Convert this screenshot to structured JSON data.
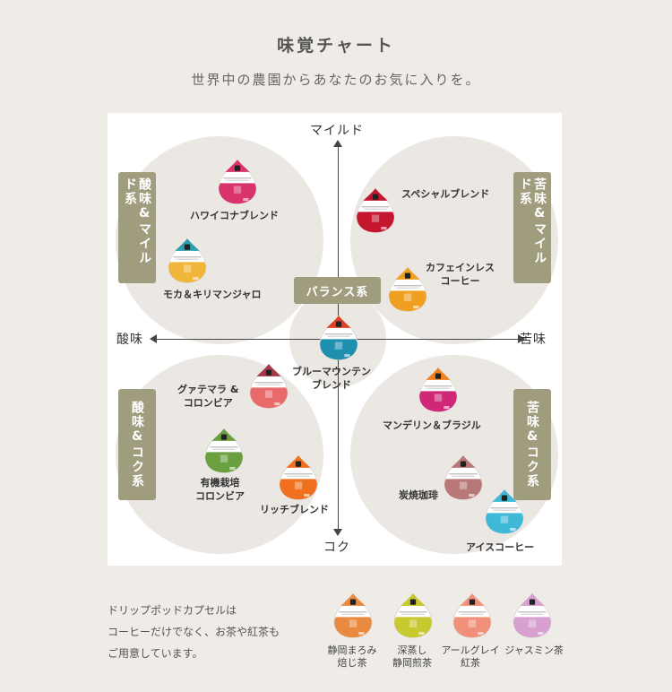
{
  "header": {
    "title": "味覚チャート",
    "subtitle": "世界中の農園からあなたのお気に入りを。"
  },
  "axes": {
    "top": "マイルド",
    "bottom": "コク",
    "left": "酸味",
    "right": "苦味"
  },
  "tags": {
    "top_left": "酸味&マイルド系",
    "top_right": "苦味&マイルド系",
    "bottom_left": "酸味&コク系",
    "bottom_right": "苦味&コク系",
    "center": "バランス系"
  },
  "products": [
    {
      "name_line1": "ハワイコナブレンド",
      "name_line2": "",
      "color": "#d8336b",
      "top_color": "#d8336b"
    },
    {
      "name_line1": "モカ＆キリマンジャロ",
      "name_line2": "",
      "color": "#f0b63a",
      "top_color": "#2a9fb0"
    },
    {
      "name_line1": "スペシャルブレンド",
      "name_line2": "",
      "color": "#c4172f",
      "top_color": "#c4172f"
    },
    {
      "name_line1": "カフェインレス",
      "name_line2": "コーヒー",
      "color": "#f0a020",
      "top_color": "#f0a020"
    },
    {
      "name_line1": "ブルーマウンテン",
      "name_line2": "ブレンド",
      "color": "#1f8fb0",
      "top_color": "#e0402a"
    },
    {
      "name_line1": "グァテマラ &",
      "name_line2": "コロンビア",
      "color": "#e86a6a",
      "top_color": "#a8384a"
    },
    {
      "name_line1": "有機栽培",
      "name_line2": "コロンビア",
      "color": "#6aa040",
      "top_color": "#6aa040"
    },
    {
      "name_line1": "リッチブレンド",
      "name_line2": "",
      "color": "#f07020",
      "top_color": "#f07020"
    },
    {
      "name_line1": "マンデリン＆ブラジル",
      "name_line2": "",
      "color": "#d02878",
      "top_color": "#f08020"
    },
    {
      "name_line1": "炭焼珈琲",
      "name_line2": "",
      "color": "#b87878",
      "top_color": "#b87878"
    },
    {
      "name_line1": "アイスコーヒー",
      "name_line2": "",
      "color": "#40b8d8",
      "top_color": "#40b8d8"
    }
  ],
  "note": {
    "line1": "ドリップポッドカプセルは",
    "line2": "コーヒーだけでなく、お茶や紅茶も",
    "line3": "ご用意しています。"
  },
  "teas": [
    {
      "name_line1": "静岡まろみ",
      "name_line2": "焙じ茶",
      "color": "#e88a40",
      "top_color": "#e88a40"
    },
    {
      "name_line1": "深蒸し",
      "name_line2": "静岡煎茶",
      "color": "#c8c830",
      "top_color": "#c8c830"
    },
    {
      "name_line1": "アールグレイ",
      "name_line2": "紅茶",
      "color": "#f0907a",
      "top_color": "#f0907a"
    },
    {
      "name_line1": "ジャスミン茶",
      "name_line2": "",
      "color": "#d8a0d0",
      "top_color": "#d8a0d0"
    }
  ]
}
